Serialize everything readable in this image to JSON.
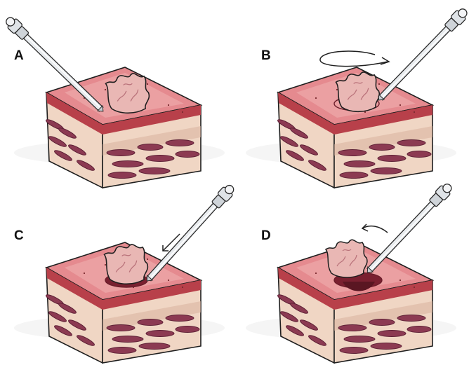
{
  "figure": {
    "panels": [
      {
        "label": "A",
        "step": "punch-insertion"
      },
      {
        "label": "B",
        "step": "punch-rotation"
      },
      {
        "label": "C",
        "step": "punch-advancing"
      },
      {
        "label": "D",
        "step": "punch-withdrawal"
      }
    ]
  },
  "colors": {
    "skin_top": "#e58a8f",
    "skin_top_light": "#f1b3b2",
    "epidermis_edge": "#b8404a",
    "dermis": "#f0d6c4",
    "dermis_shadow": "#d9b39f",
    "muscle": "#8c3a52",
    "muscle_dark": "#5d2035",
    "lesion": "#e9b7b4",
    "lesion_shadow": "#b9727a",
    "instrument": "#e9ecef",
    "instrument_outline": "#2b2b2b",
    "outline": "#1f1f1f"
  },
  "icons": {
    "rotation_arrow": "ellipse-rotation-arrow-icon",
    "down_arrow": "arrow-down-left-icon",
    "curved_arrow": "curved-arrow-icon"
  }
}
